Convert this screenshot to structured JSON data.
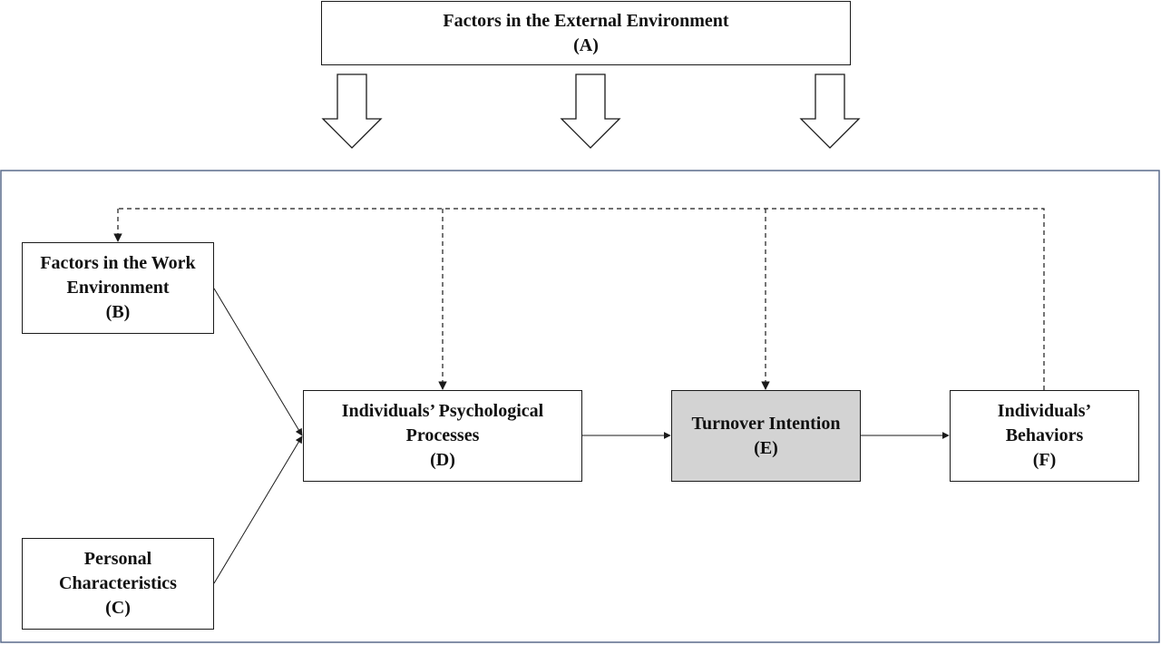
{
  "colors": {
    "line": "#1a1a1a",
    "frame": "#5a6b8c",
    "highlight_fill": "#d3d3d3",
    "box_fill": "#ffffff"
  },
  "boxes": {
    "a": {
      "title": "Factors in the External Environment",
      "label": "(A)"
    },
    "b": {
      "line1": "Factors in the Work",
      "line2": "Environment",
      "label": "(B)"
    },
    "c": {
      "line1": "Personal",
      "line2": "Characteristics",
      "label": "(C)"
    },
    "d": {
      "line1": "Individuals’ Psychological",
      "line2": "Processes",
      "label": "(D)"
    },
    "e": {
      "title": "Turnover Intention",
      "label": "(E)"
    },
    "f": {
      "line1": "Individuals’",
      "line2": "Behaviors",
      "label": "(F)"
    }
  }
}
